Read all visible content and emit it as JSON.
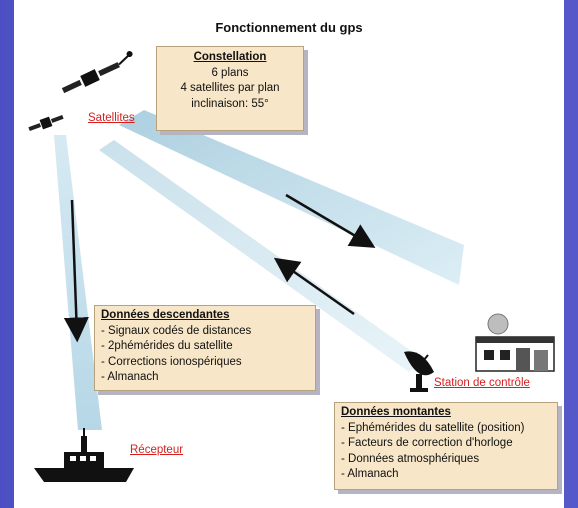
{
  "title": "Fonctionnement du gps",
  "constellation": {
    "heading": "Constellation",
    "lines": [
      "6 plans",
      "4 satellites par plan",
      "inclinaison: 55°"
    ]
  },
  "labels": {
    "satellites": "Satellites",
    "recepteur": "Récepteur",
    "station": "Station de contrôle"
  },
  "descendantes": {
    "heading": "Données descendantes",
    "lines": [
      "- Signaux codés de distances",
      "- 2phémérides du satellite",
      "- Corrections ionospériques",
      "- Almanach"
    ]
  },
  "montantes": {
    "heading": "Données montantes",
    "lines": [
      "- Ephémérides du satellite (position)",
      "- Facteurs de correction d'horloge",
      "- Données atmosphériques",
      "- Almanach"
    ]
  },
  "colors": {
    "label": "#d61f1f",
    "box": "#f7e6c8",
    "beam": "#b9d8e6"
  }
}
